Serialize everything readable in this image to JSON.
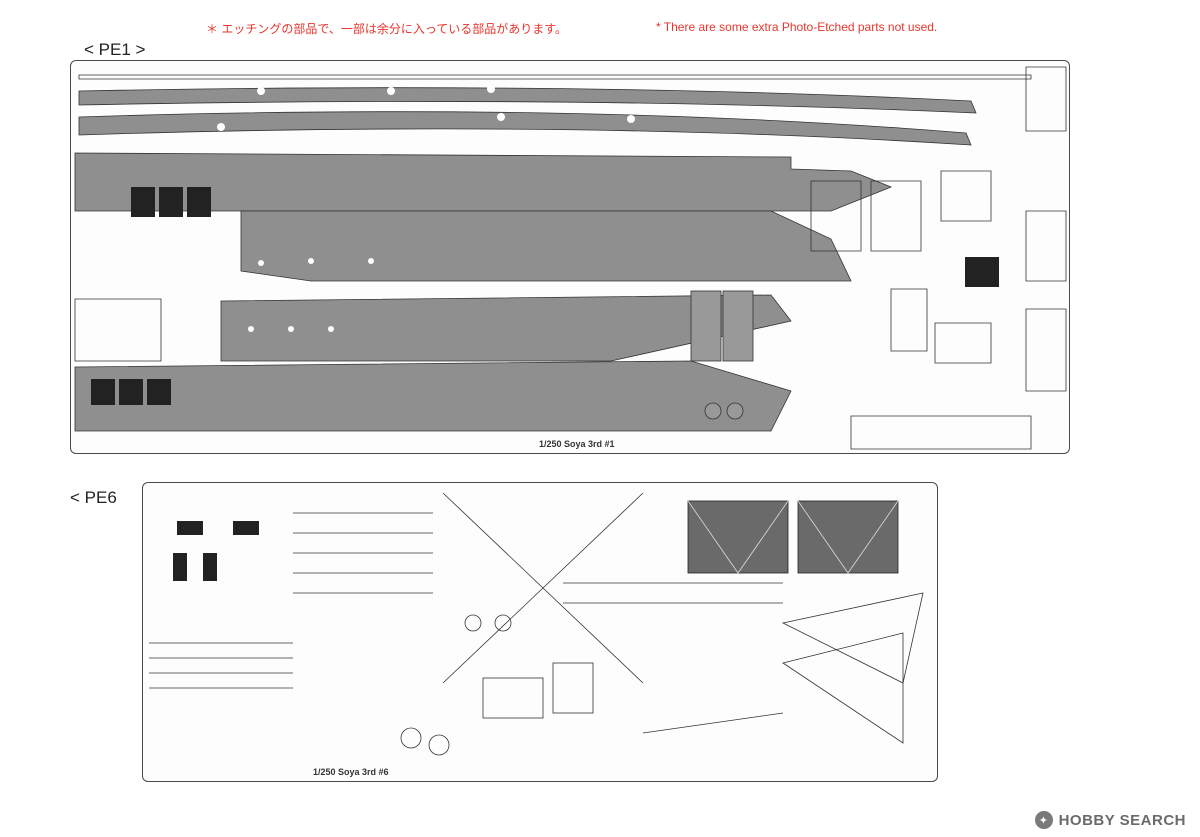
{
  "notes": {
    "japanese": "＊ エッチングの部品で、一部は余分に入っている部品があります。",
    "english": "* There are some extra Photo-Etched parts not used."
  },
  "sheets": {
    "pe1": {
      "label": "< PE1 >",
      "fret_id": "1/250 Soya 3rd #1"
    },
    "pe6": {
      "label": "< PE6",
      "fret_id": "1/250 Soya 3rd #6"
    }
  },
  "watermark": {
    "brand": "HOBBY SEARCH",
    "icon": "hobby-search-logo-icon"
  },
  "colors": {
    "note_red": "#e8362d",
    "deck_gray": "#8f8f8f",
    "outline": "#4a4a4a"
  }
}
